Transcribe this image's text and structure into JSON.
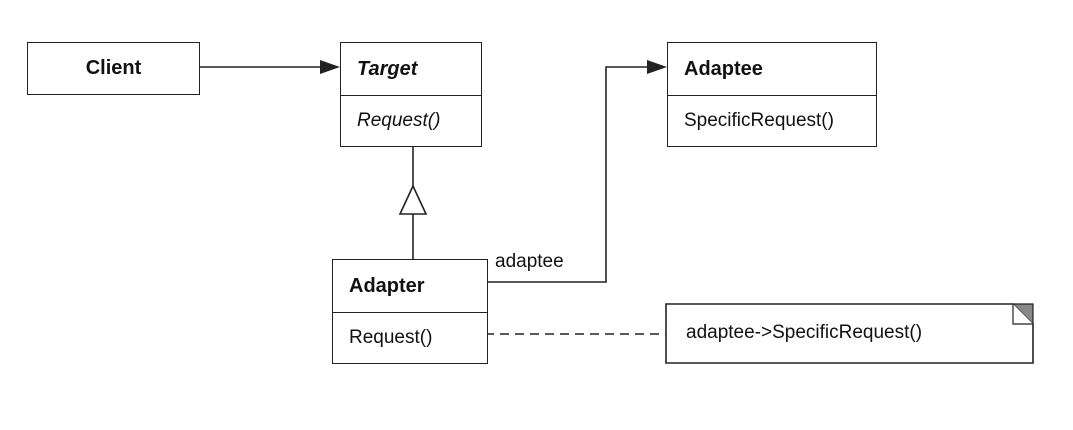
{
  "classes": {
    "client": {
      "name": "Client"
    },
    "target": {
      "name": "Target",
      "operation": "Request()"
    },
    "adaptee": {
      "name": "Adaptee",
      "operation": "SpecificRequest()"
    },
    "adapter": {
      "name": "Adapter",
      "operation": "Request()"
    }
  },
  "relations": {
    "adaptee_role": "adaptee"
  },
  "note": {
    "text": "adaptee->SpecificRequest()"
  }
}
